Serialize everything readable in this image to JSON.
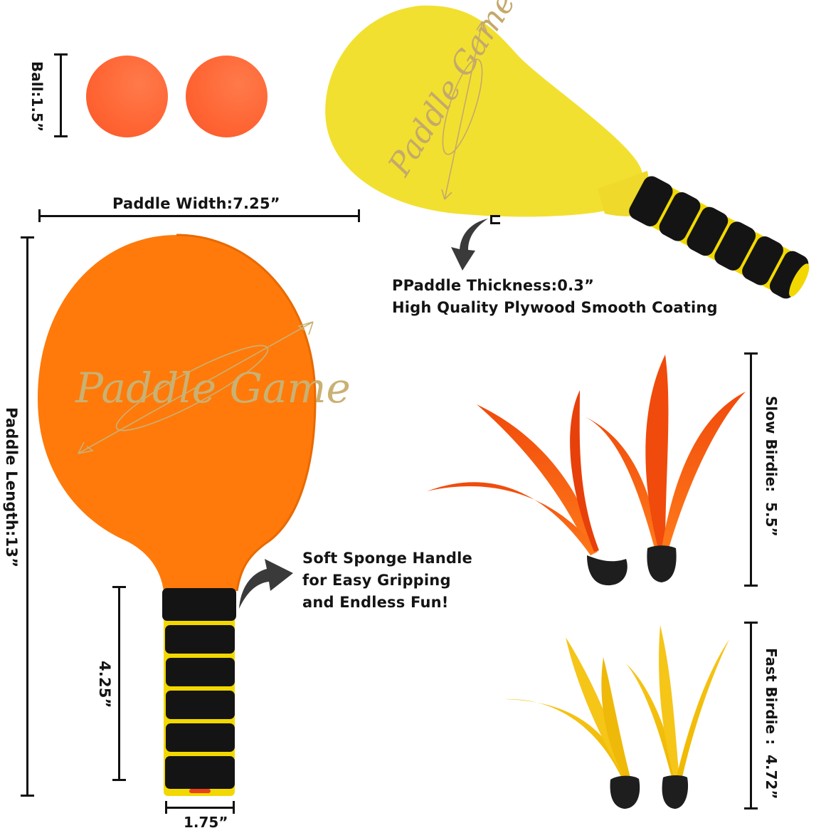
{
  "balls": {
    "label": "Ball:1.5”",
    "count": 2,
    "color": "#FF6A3D"
  },
  "paddle_width": {
    "label": "Paddle Width:7.25”"
  },
  "paddle_length": {
    "label": "Paddle Length:13”"
  },
  "handle_length": {
    "label": "4.25”"
  },
  "handle_width": {
    "label": "1.75”"
  },
  "yellow_paddle": {
    "logo_text": "Paddle Game",
    "color": "#F2E030"
  },
  "orange_paddle": {
    "logo_text": "Paddle Game",
    "color": "#FF7A0A",
    "logo_color": "#C9B173"
  },
  "thickness_callout": {
    "line1": "PPaddle Thickness:0.3”",
    "line2": "High Quality Plywood Smooth Coating"
  },
  "handle_callout": {
    "line1": "Soft Sponge Handle",
    "line2": "for Easy Gripping",
    "line3": "and Endless Fun!"
  },
  "slow_birdie": {
    "label": "Slow Birdie:  5.5”",
    "color": "#F04A0C"
  },
  "fast_birdie": {
    "label": "Fast Birdie :  4.72”",
    "color": "#F5C518"
  },
  "colors": {
    "grip_black": "#141414",
    "grip_yellow": "#F2D800",
    "arrow_gray": "#3A3A3A"
  }
}
